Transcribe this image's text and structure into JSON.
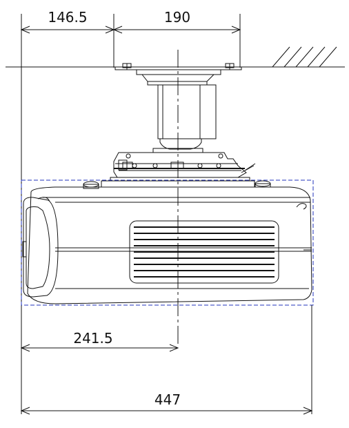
{
  "dimensions": {
    "top_left": "146.5",
    "top_right": "190",
    "bottom_upper": "241.5",
    "bottom_lower": "447"
  }
}
